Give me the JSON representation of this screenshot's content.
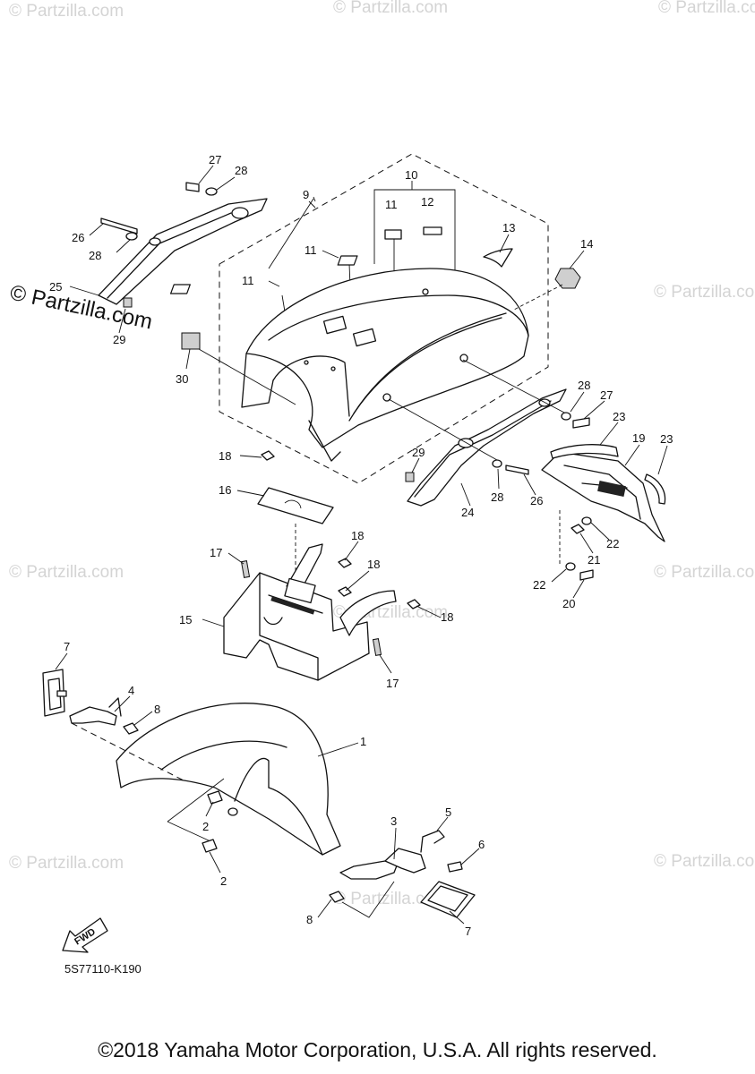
{
  "watermark_text": "© Partzilla.com",
  "diagram_code": "5S77110-K190",
  "fwd_label": "FWD",
  "copyright": "©2018 Yamaha Motor Corporation, U.S.A. All rights reserved.",
  "callouts": [
    "27",
    "28",
    "26",
    "28",
    "25",
    "29",
    "9",
    "10",
    "11",
    "12",
    "11",
    "11",
    "13",
    "14",
    "30",
    "18",
    "28",
    "27",
    "23",
    "19",
    "23",
    "29",
    "28",
    "26",
    "24",
    "16",
    "22",
    "21",
    "22",
    "20",
    "18",
    "17",
    "18",
    "15",
    "18",
    "17",
    "7",
    "4",
    "8",
    "1",
    "2",
    "3",
    "5",
    "6",
    "2",
    "8",
    "7"
  ]
}
